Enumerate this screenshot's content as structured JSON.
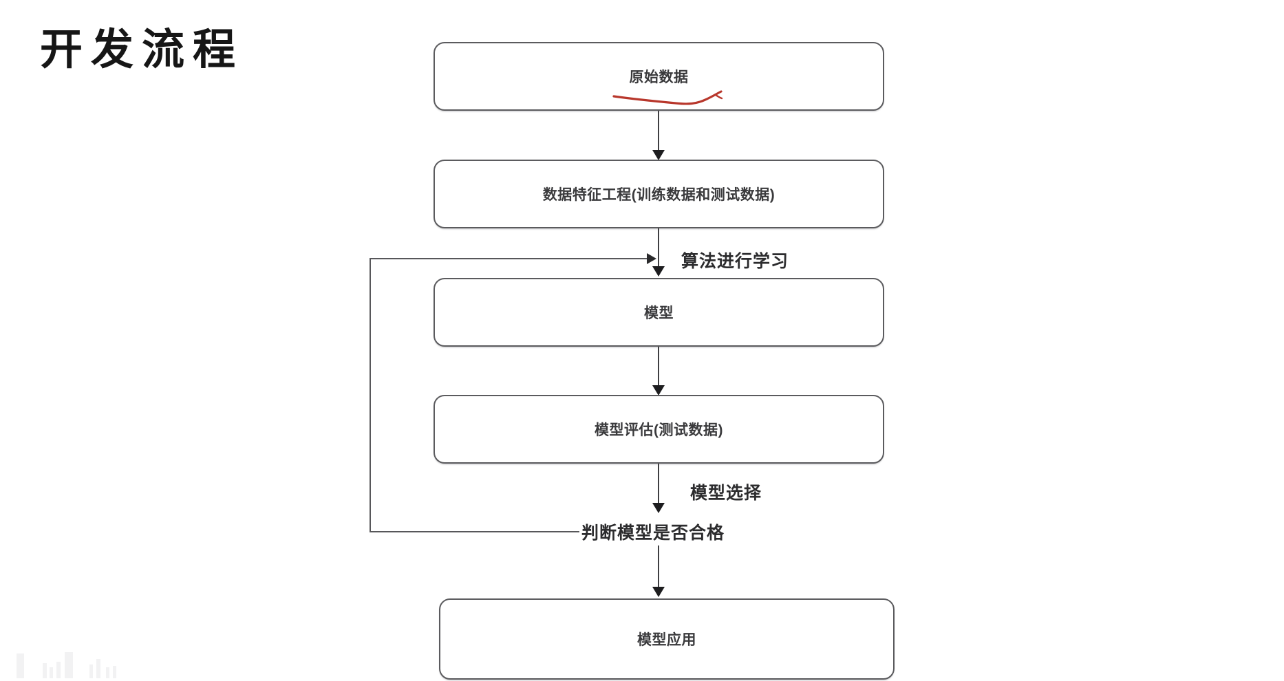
{
  "title": "开发流程",
  "diagram": {
    "type": "flowchart",
    "orientation": "top-to-bottom",
    "nodes": [
      {
        "id": "raw-data",
        "label": "原始数据"
      },
      {
        "id": "feature-eng",
        "label": "数据特征工程(训练数据和测试数据)"
      },
      {
        "id": "model",
        "label": "模型"
      },
      {
        "id": "model-eval",
        "label": "模型评估(测试数据)"
      },
      {
        "id": "model-apply",
        "label": "模型应用"
      }
    ],
    "edge_labels": [
      {
        "id": "algorithm-learning",
        "label": "算法进行学习"
      },
      {
        "id": "model-selection",
        "label": "模型选择"
      },
      {
        "id": "judge-qualified",
        "label": "判断模型是否合格"
      }
    ],
    "annotation": {
      "kind": "red-underline",
      "target": "原始数据",
      "color": "#c0392b"
    },
    "colors": {
      "box_border": "#5b5b5e",
      "box_fill": "#ffffff",
      "connector": "#3f3f42",
      "text": "#3a3a3c",
      "label_text": "#2c2c2e",
      "annotation_red": "#c0392b",
      "background": "#ffffff"
    }
  }
}
